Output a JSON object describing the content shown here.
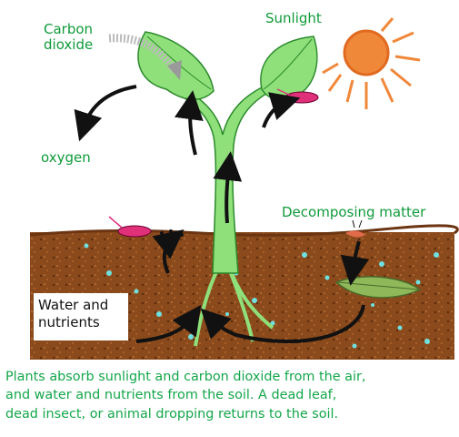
{
  "labels": {
    "carbon_dioxide": "Carbon\ndioxide",
    "sunlight": "Sunlight",
    "oxygen": "oxygen",
    "decomposing": "Decomposing matter",
    "water": "Water and\nnutrients"
  },
  "caption": "Plants absorb sunlight and carbon dioxide from the air,\nand water and nutrients from the soil. A dead leaf,\ndead insect, or animal dropping returns to the soil.",
  "colors": {
    "soil": "#8a4a1c",
    "plant": "#8fe07a",
    "sun": "#f0883a",
    "label": "#0f9a3a",
    "insect": "#e0307a"
  },
  "icons": [
    "sun-icon",
    "plant-icon",
    "insect-icon",
    "dead-leaf-icon",
    "arrow-icon"
  ]
}
